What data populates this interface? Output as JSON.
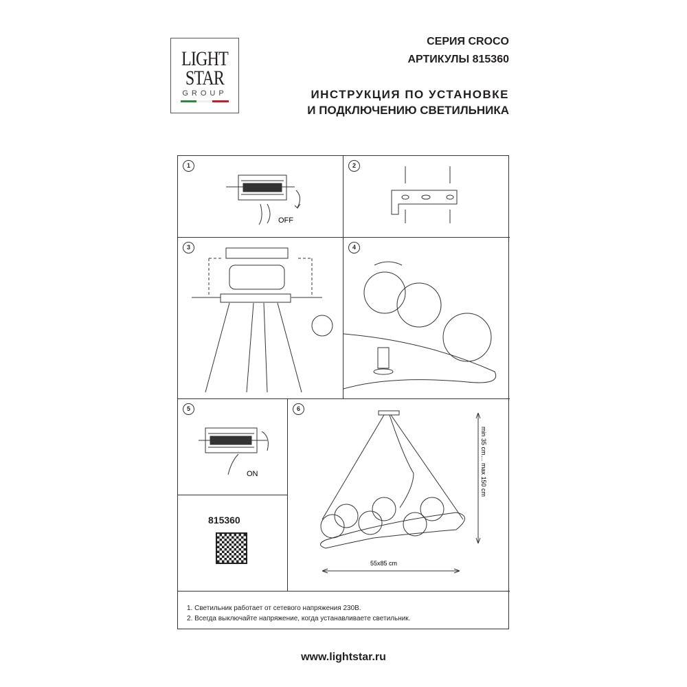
{
  "logo": {
    "line1": "LIGHT",
    "line2": "STAR",
    "line3": "GROUP"
  },
  "header": {
    "series": "СЕРИЯ CROCO",
    "articles": "АРТИКУЛЫ 815360",
    "title1": "ИНСТРУКЦИЯ ПО УСТАНОВКЕ",
    "title2": "И ПОДКЛЮЧЕНИЮ СВЕТИЛЬНИКА"
  },
  "steps": [
    {
      "num": "1",
      "label": "OFF"
    },
    {
      "num": "2"
    },
    {
      "num": "3"
    },
    {
      "num": "4"
    },
    {
      "num": "5",
      "label": "ON"
    },
    {
      "num": "6",
      "height": "min 35 cm… max 150 cm",
      "size": "55x85 cm"
    }
  ],
  "product": {
    "article": "815360"
  },
  "notes": [
    "1. Светильник работает от сетевого напряжения 230В.",
    "2. Всегда выключайте напряжение, когда устанавливаете светильник."
  ],
  "footer": {
    "url": "www.lightstar.ru"
  }
}
